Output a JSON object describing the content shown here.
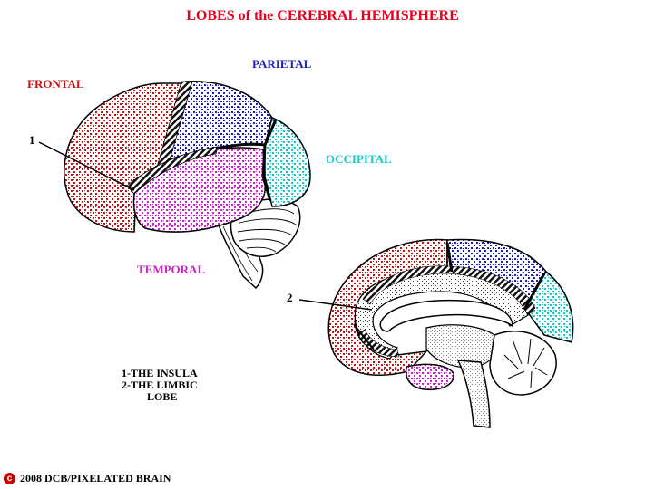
{
  "title": "LOBES of the CEREBRAL HEMISPHERE",
  "labels": {
    "frontal": "FRONTAL",
    "parietal": "PARIETAL",
    "occipital": "OCCIPITAL",
    "temporal": "TEMPORAL",
    "num1": "1",
    "num2": "2"
  },
  "legend": {
    "line1": "1-THE INSULA",
    "line2": "2-THE LIMBIC",
    "line3": "LOBE"
  },
  "copyright": {
    "symbol": "c",
    "text": "2008  DCB/PIXELATED BRAIN"
  },
  "colors": {
    "title": "#e8001c",
    "frontal": "#cc1111",
    "parietal": "#1f1fb5",
    "occipital": "#19c7c7",
    "temporal": "#cc22cc",
    "limbic": "#555555"
  }
}
